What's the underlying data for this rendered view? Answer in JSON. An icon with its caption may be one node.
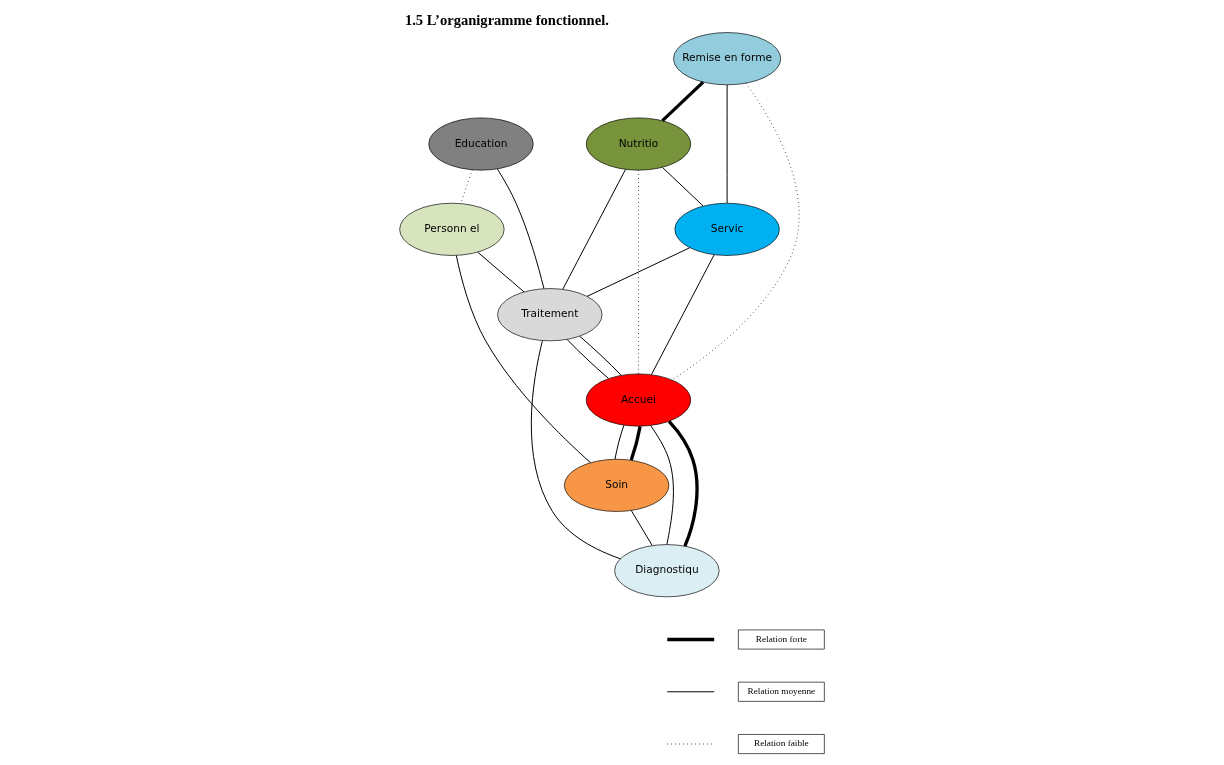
{
  "diagram": {
    "title": "1.5 L’organigramme fonctionnel.",
    "nodes": [
      {
        "text": [
          "Education"
        ]
      },
      {
        "text": [
          "Nutritio"
        ]
      },
      {
        "text": [
          "Personn el"
        ]
      },
      {
        "text": [
          "Remise en forme"
        ]
      },
      {
        "text": [
          "Servic"
        ]
      },
      {
        "text": [
          "Traitement"
        ]
      },
      {
        "text": [
          "Accuei"
        ]
      },
      {
        "text": [
          "Soin"
        ]
      },
      {
        "text": [
          "Diagnostiqu"
        ]
      }
    ],
    "edges": [
      {
        "from": 0,
        "to": 2,
        "arrow": "none",
        "style": "dashed"
      },
      {
        "from": 0,
        "to": 5,
        "arrow": "none"
      },
      {
        "from": 3,
        "to": 1,
        "arrow": "none",
        "style": "thick"
      },
      {
        "from": 1,
        "to": 4,
        "arrow": "none"
      },
      {
        "from": 1,
        "to": 6,
        "arrow": "none",
        "style": "dashed"
      },
      {
        "from": 1,
        "to": 5,
        "arrow": "none"
      },
      {
        "from": 2,
        "to": 5,
        "arrow": "none"
      },
      {
        "from": 2,
        "to": 7,
        "arrow": "none"
      },
      {
        "from": 3,
        "to": 4,
        "arrow": "none"
      },
      {
        "from": 3,
        "to": 6,
        "arrow": "none",
        "style": "dashed"
      },
      {
        "from": 4,
        "to": 5,
        "arrow": "none"
      },
      {
        "from": 4,
        "to": 6,
        "arrow": "none"
      },
      {
        "from": 5,
        "to": 6,
        "arrow": "none"
      },
      {
        "from": 5,
        "to": 6,
        "arrow": "none"
      },
      {
        "from": 5,
        "to": 8,
        "arrow": "none"
      },
      {
        "from": 6,
        "to": 7,
        "arrow": "none"
      },
      {
        "from": 6,
        "to": 7,
        "arrow": "none",
        "style": "thick"
      },
      {
        "from": 6,
        "to": 8,
        "arrow": "none"
      },
      {
        "from": 6,
        "to": 8,
        "arrow": "none",
        "style": "thick"
      },
      {
        "from": 7,
        "to": 8,
        "arrow": "none"
      }
    ],
    "legend": [
      {
        "text": "Relation forte"
      },
      {
        "text": "Relation moyenne"
      },
      {
        "text": "Relation faible"
      }
    ]
  }
}
